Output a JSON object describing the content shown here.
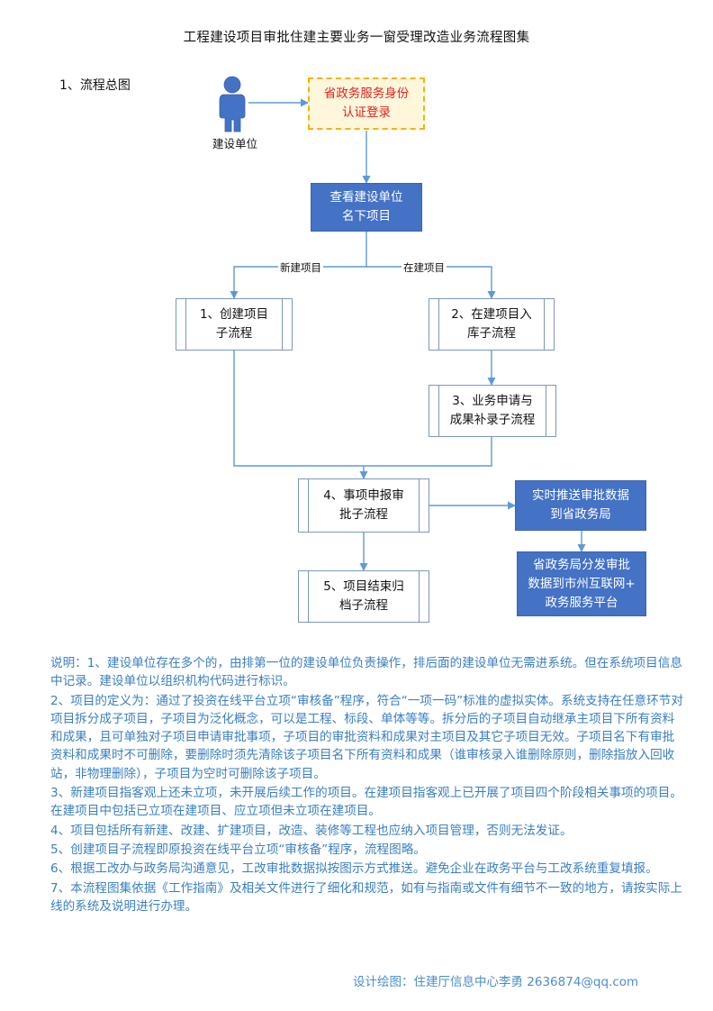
{
  "title": "工程建设项目审批住建主要业务一窗受理改造业务流程图集",
  "section": "1、流程总图",
  "actor": {
    "label": "建设单位",
    "icon": "person-icon"
  },
  "nodes": {
    "login": "省政务服务身份认证登录",
    "view": "查看建设单位名下项目",
    "create": "1、创建项目子流程",
    "existing": "2、在建项目入库子流程",
    "supplement": "3、业务申请与成果补录子流程",
    "declare": "4、事项申报审批子流程",
    "archive": "5、项目结束归档子流程",
    "push": "实时推送审批数据到省政务局",
    "distribute": "省政务局分发审批数据到市州互联网+政务服务平台"
  },
  "node_lines": {
    "login": [
      "省政务服务身份",
      "认证登录"
    ],
    "view": [
      "查看建设单位",
      "名下项目"
    ],
    "create": [
      "1、创建项目",
      "子流程"
    ],
    "existing": [
      "2、在建项目入",
      "库子流程"
    ],
    "supplement": [
      "3、业务申请与",
      "成果补录子流程"
    ],
    "declare": [
      "4、事项申报审",
      "批子流程"
    ],
    "archive": [
      "5、项目结束归",
      "档子流程"
    ],
    "push": [
      "实时推送审批数据",
      "到省政务局"
    ],
    "distribute": [
      "省政务局分发审批",
      "数据到市州互联网+",
      "政务服务平台"
    ]
  },
  "edge_labels": {
    "new_project": "新建项目",
    "existing_project": "在建项目"
  },
  "colors": {
    "blue_fill": "#4472c4",
    "arrow": "#5b9bd5",
    "login_border": "#f5b400",
    "login_text": "#e0231f",
    "note_text": "#3a7fc1"
  },
  "notes": [
    "说明：1、建设单位存在多个的，由排第一位的建设单位负责操作，排后面的建设单位无需进系统。但在系统项目信息中记录。建设单位以组织机构代码进行标识。",
    "2、项目的定义为：通过了投资在线平台立项“审核备”程序，符合“一项一码”标准的虚拟实体。系统支持在任意环节对项目拆分成子项目，子项目为泛化概念，可以是工程、标段、单体等等。拆分后的子项目自动继承主项目下所有资料和成果，且可单独对子项目申请审批事项，子项目的审批资料和成果对主项目及其它子项目无效。子项目名下有审批资料和成果时不可删除，要删除时须先清除该子项目名下所有资料和成果（谁审核录入谁删除原则，删除指放入回收站，非物理删除），子项目为空时可删除该子项目。",
    "3、新建项目指客观上还未立项，未开展后续工作的项目。在建项目指客观上已开展了项目四个阶段相关事项的项目。在建项目中包括已立项在建项目、应立项但未立项在建项目。",
    "4、项目包括所有新建、改建、扩建项目，改造、装修等工程也应纳入项目管理，否则无法发证。",
    "5、创建项目子流程即原投资在线平台立项“审核备”程序，流程图略。",
    "6、根据工改办与政务局沟通意见，工改审批数据拟按图示方式推送。避免企业在政务平台与工改系统重复填报。",
    "7、本流程图集依据《工作指南》及相关文件进行了细化和规范，如有与指南或文件有细节不一致的地方，请按实际上线的系统及说明进行办理。"
  ],
  "footer": "设计绘图：住建厅信息中心李勇 2636874@qq.com"
}
